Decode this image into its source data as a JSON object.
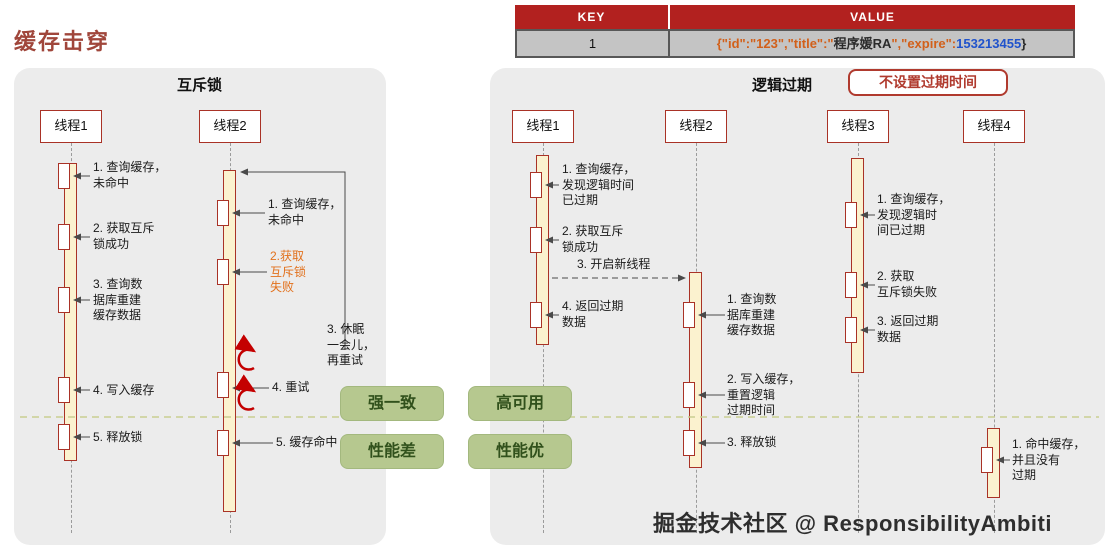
{
  "title": "缓存击穿",
  "watermark": "掘金技术社区 @ ResponsibilityAmbiti",
  "kv": {
    "key_header": "KEY",
    "value_header": "VALUE",
    "row_key": "1",
    "value": {
      "seg1": "{\"id\":\"123\",\"title\":\"",
      "seg2": "程序媛RA",
      "seg3": "\",\"expire\":",
      "seg4": "153213455",
      "seg5": "}"
    }
  },
  "mutex": {
    "title": "互斥锁",
    "threads": [
      "线程1",
      "线程2"
    ],
    "t1_steps": [
      "1. 查询缓存，\n未命中",
      "2. 获取互斥\n锁成功",
      "3. 查询数\n据库重建\n缓存数据",
      "4. 写入缓存",
      "5. 释放锁"
    ],
    "t2_steps": [
      "1. 查询缓存，\n未命中",
      "2.获取\n互斥锁\n失败",
      "3.  休眠\n一会儿，\n再重试",
      "4.  重试",
      "5. 缓存命中"
    ]
  },
  "logical": {
    "title": "逻辑过期",
    "badge": "不设置过期时间",
    "threads": [
      "线程1",
      "线程2",
      "线程3",
      "线程4"
    ],
    "t1_steps": [
      "1. 查询缓存，\n发现逻辑时间\n已过期",
      "2. 获取互斥\n锁成功",
      "3.  开启新线程",
      "4. 返回过期\n数据"
    ],
    "t2_steps": [
      "1. 查询数\n据库重建\n缓存数据",
      "2. 写入缓存，\n重置逻辑\n过期时间",
      "3. 释放锁"
    ],
    "t3_steps": [
      "1. 查询缓存，\n发现逻辑时\n间已过期",
      "2. 获取\n互斥锁失败",
      "3. 返回过期\n数据"
    ],
    "t4_steps": [
      "1. 命中缓存，\n并且没有\n过期"
    ]
  },
  "badges": {
    "strong_consistency": "强一致",
    "poor_performance": "性能差",
    "high_availability": "高可用",
    "good_performance": "性能优"
  },
  "colors": {
    "accent_red": "#A93226",
    "panel_bg": "#ECECEC",
    "bar_fill": "#FBF2CF",
    "badge_green": "#B6C88F",
    "header_red": "#B2211F",
    "orange_step": "#E2711D",
    "json_orange": "#D2601A",
    "json_number_blue": "#2053CC"
  }
}
